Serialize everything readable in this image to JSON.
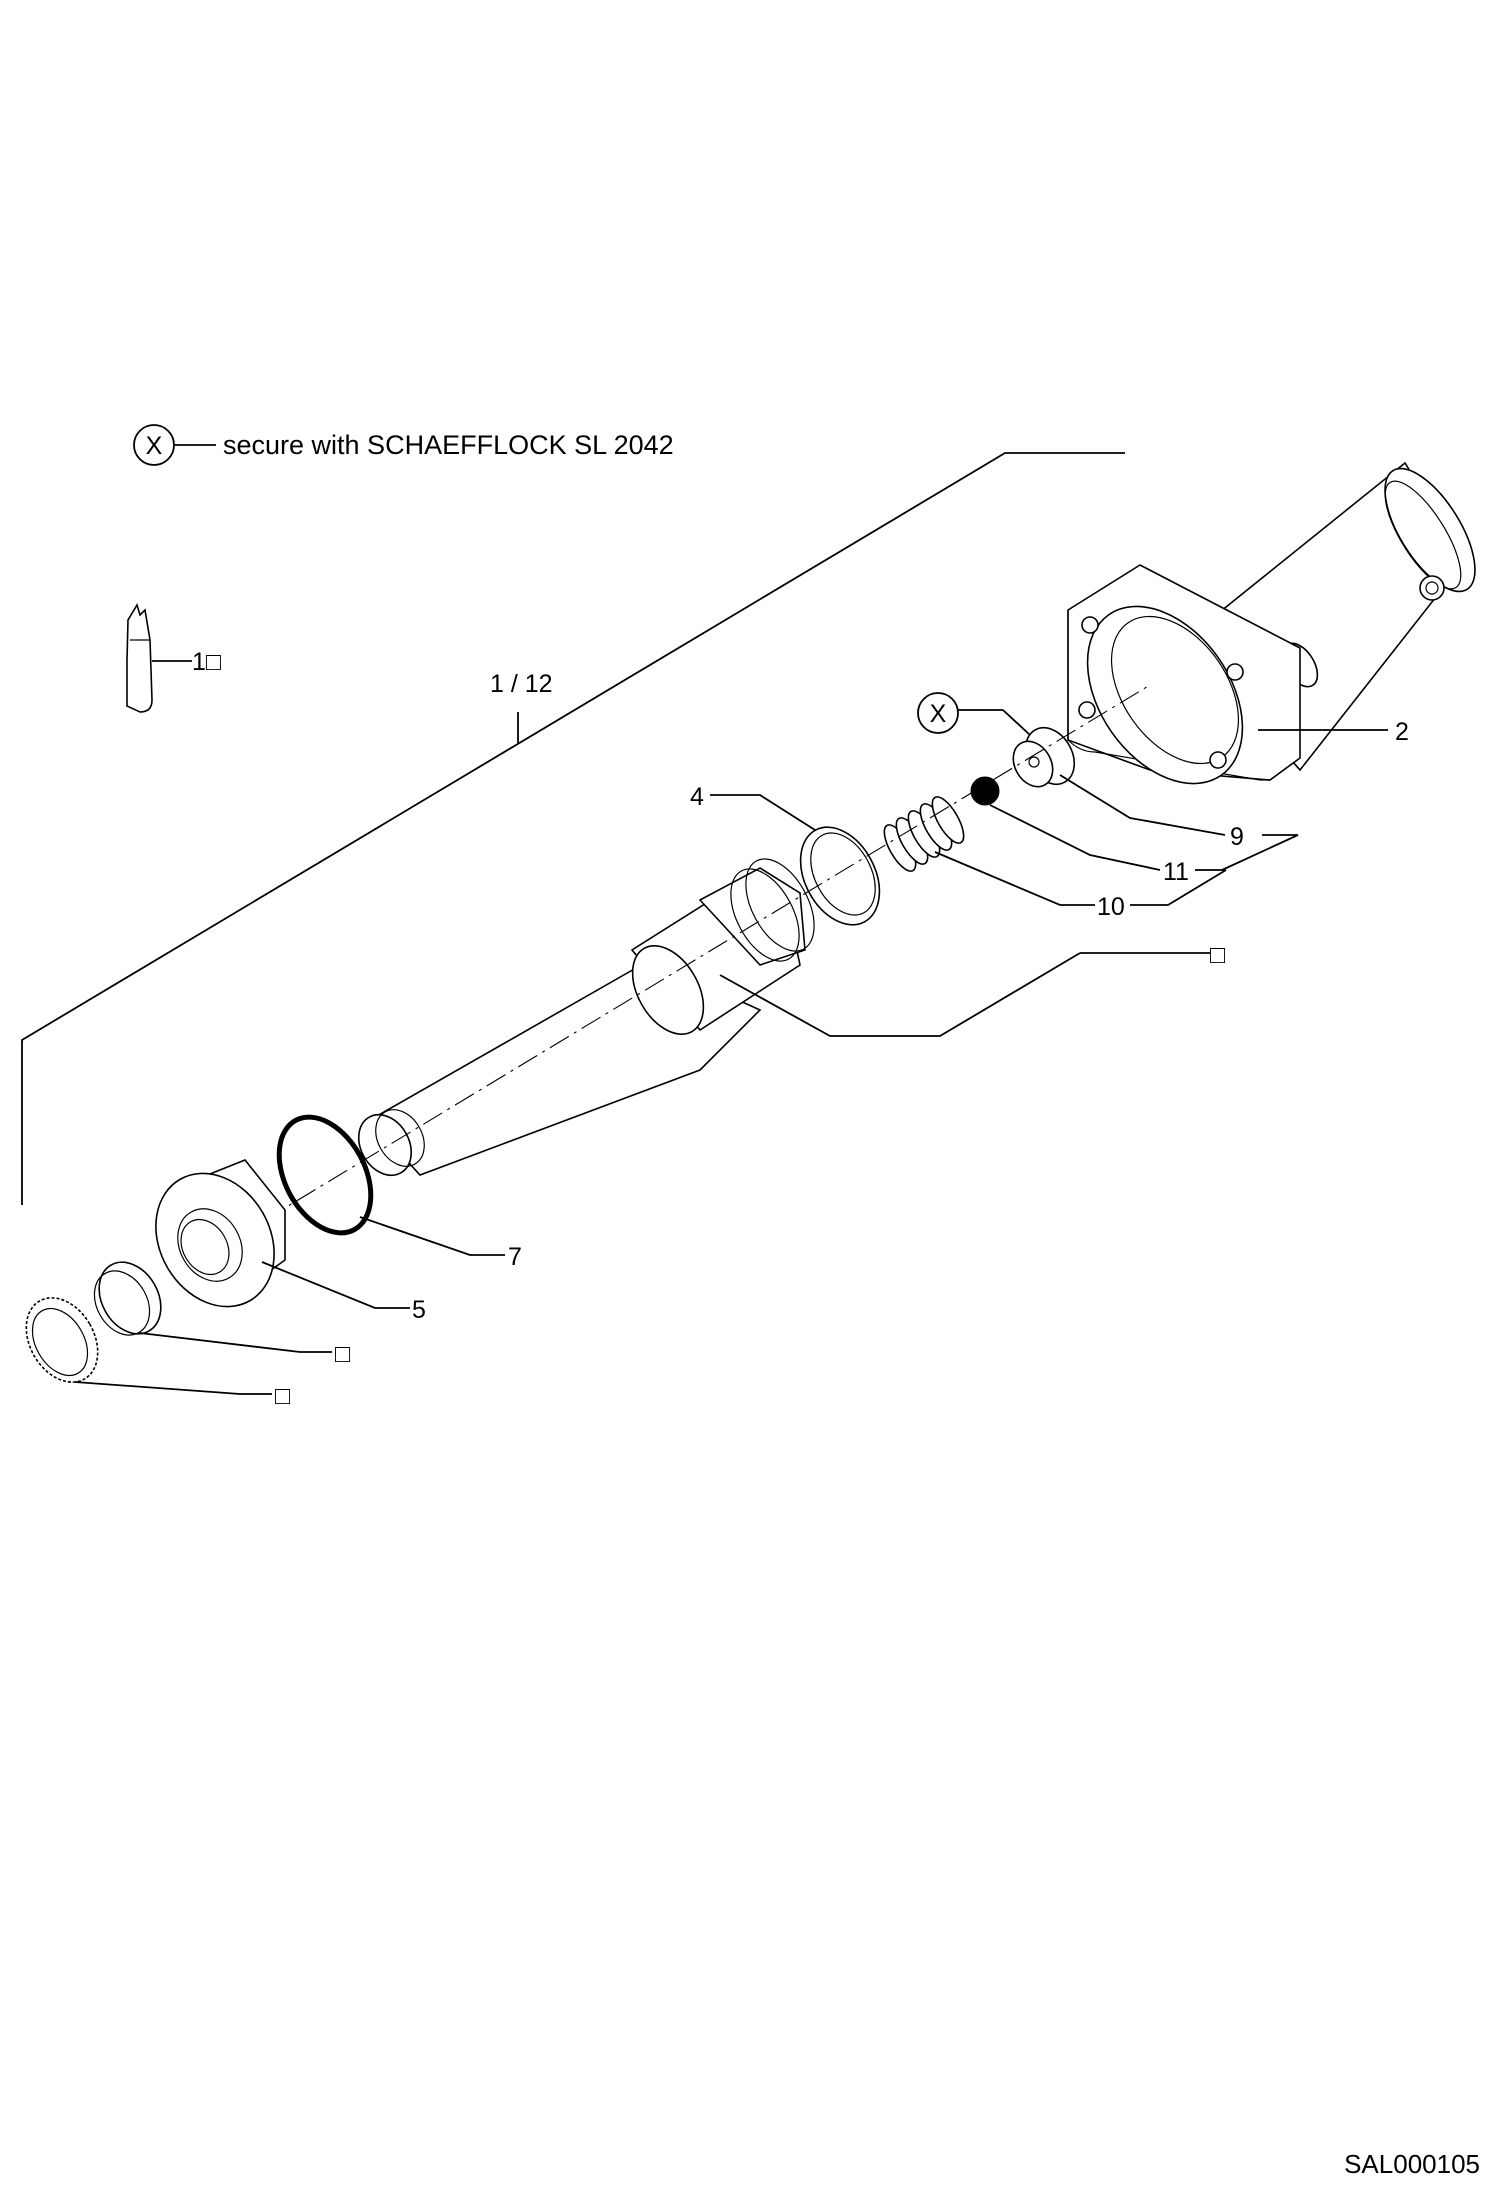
{
  "legend": {
    "symbol": "X",
    "text": "secure with SCHAEFFLOCK SL 2042"
  },
  "assembly_label": "1 / 12",
  "callouts": {
    "glue": "1□",
    "housing": "2",
    "ring_4": "4",
    "nut_5": "5",
    "oring_7": "7",
    "screw_9": "9",
    "spring_10": "10",
    "ball_11": "11",
    "group_box": "□",
    "ring_a": "□",
    "ring_b": "□",
    "secure_mark": "X"
  },
  "document_id": "SAL000105"
}
